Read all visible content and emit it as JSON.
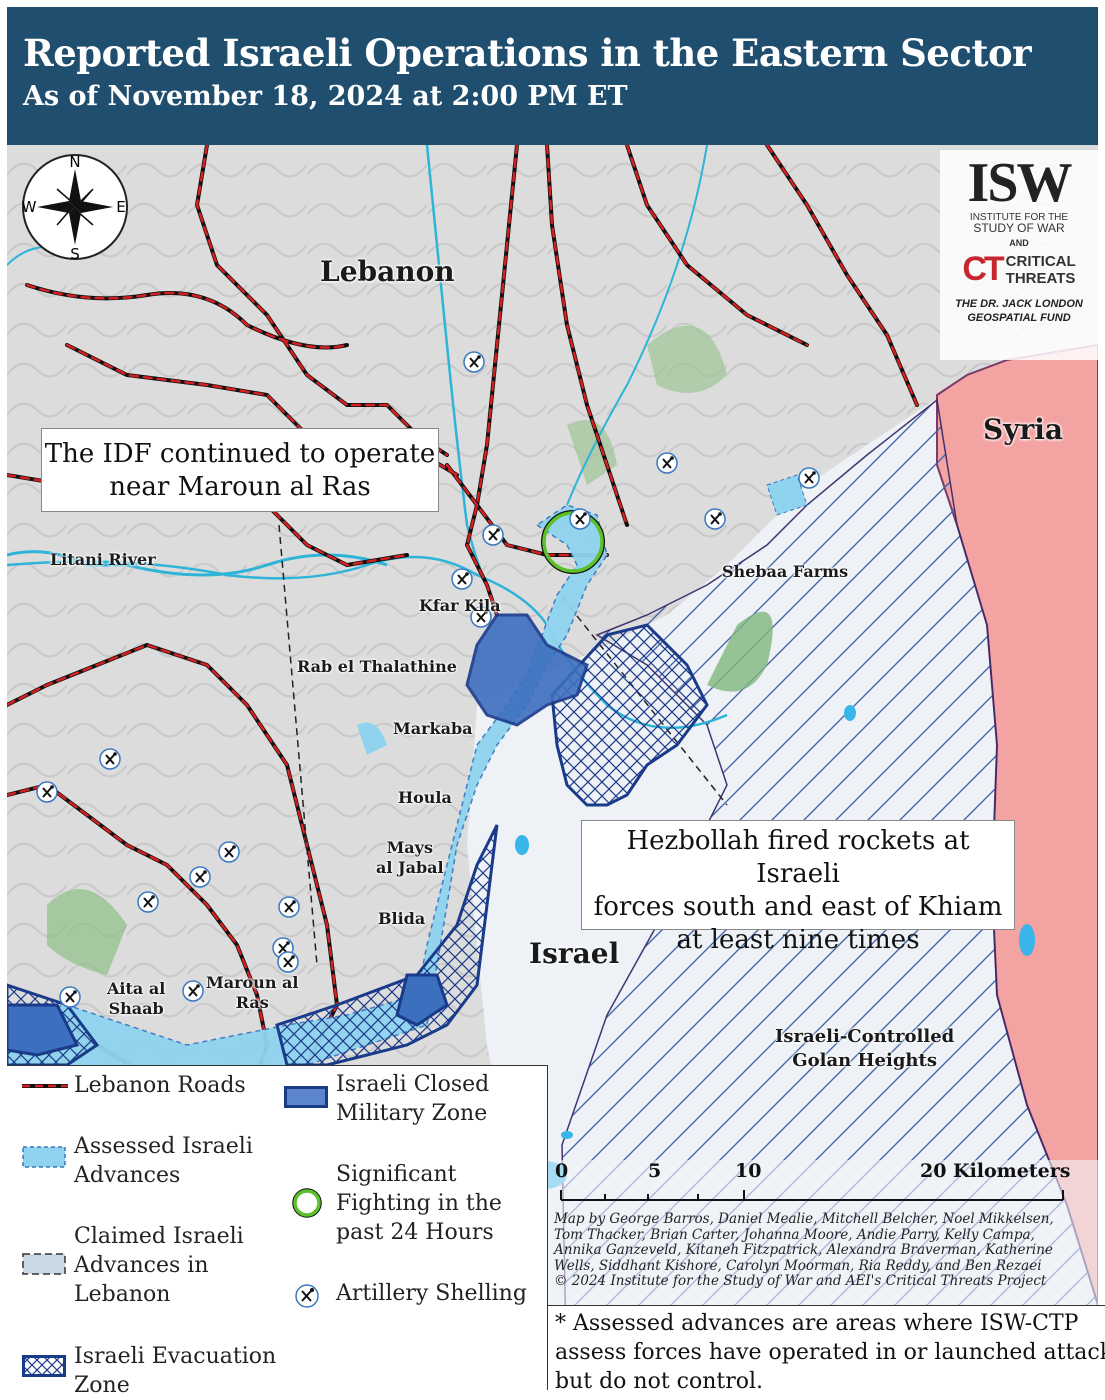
{
  "header": {
    "title": "Reported Israeli Operations in the Eastern Sector",
    "subtitle": "As of November 18, 2024 at 2:00 PM ET"
  },
  "compass": {
    "n": "N",
    "s": "S",
    "e": "E",
    "w": "W"
  },
  "map_labels": {
    "lebanon": "Lebanon",
    "syria": "Syria",
    "israel": "Israel",
    "litani": "Litani River",
    "shebaa": "Shebaa Farms",
    "kfar_kila": "Kfar Kila",
    "rab": "Rab el Thalathine",
    "markaba": "Markaba",
    "houla": "Houla",
    "mays_1": "Mays",
    "mays_2": "al Jabal",
    "blida": "Blida",
    "aita_1": "Aita al",
    "aita_2": "Shaab",
    "maroun_1": "Maroun al",
    "maroun_2": "Ras",
    "golan_1": "Israeli-Controlled",
    "golan_2": "Golan Heights"
  },
  "callouts": {
    "idf_1": "The IDF continued to operate",
    "idf_2": "near Maroun al Ras",
    "hez_1": "Hezbollah fired rockets at Israeli",
    "hez_2": "forces south and east of Khiam",
    "hez_3": "at least nine times"
  },
  "logo": {
    "isw": "ISW",
    "isw_sub_1": "INSTITUTE FOR THE",
    "isw_sub_2": "STUDY OF WAR",
    "and": "AND",
    "ct_mark": "CT",
    "ct_1": "CRITICAL",
    "ct_2": "THREATS",
    "fund_1": "THE DR. JACK LONDON",
    "fund_2": "GEOSPATIAL FUND"
  },
  "legend": {
    "roads": "Lebanon Roads",
    "assessed_1": "Assessed Israeli",
    "assessed_2": "Advances",
    "claimed_1": "Claimed Israeli",
    "claimed_2": "Advances in",
    "claimed_3": "Lebanon",
    "evac_1": "Israeli Evacuation",
    "evac_2": "Zone",
    "closed_1": "Israeli Closed",
    "closed_2": "Military Zone",
    "fighting_1": "Significant",
    "fighting_2": "Fighting in the",
    "fighting_3": "past 24 Hours",
    "artillery": "Artillery Shelling"
  },
  "scale": {
    "s0": "0",
    "s5": "5",
    "s10": "10",
    "s20": "20 Kilometers"
  },
  "byline": {
    "l1": "Map by George Barros, Daniel Mealie, Mitchell Belcher, Noel Mikkelsen,",
    "l2": "Tom Thacker, Brian Carter, Johanna Moore, Andie Parry, Kelly Campa,",
    "l3": "Annika Ganzeveld, Kitaneh Fitzpatrick, Alexandra Braverman, Katherine",
    "l4": "Wells, Siddhant Kishore, Carolyn Moorman, Ria Reddy, and Ben Rezaei",
    "l5": "© 2024 Institute for the Study of War and AEI's Critical Threats Project"
  },
  "note": {
    "l1": "* Assessed advances are areas where ISW-CTP",
    "l2": "assess forces have operated in or launched attacks",
    "l3": "but do not control."
  },
  "colors": {
    "header_bg": "#1f4e6e",
    "syria": "#f4a3a3",
    "road": "#d42020",
    "assessed": "#8fd3ef",
    "closed": "#3d6fbf",
    "evac_stroke": "#1a3a8a",
    "fighting": "#5ac12b",
    "river": "#2eb4d8"
  }
}
